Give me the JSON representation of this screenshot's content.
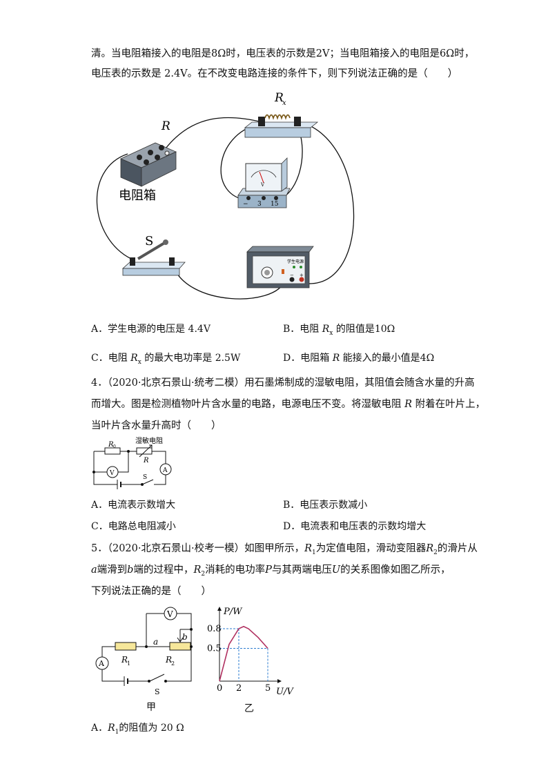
{
  "q3": {
    "stem_line1": "清。当电阻箱接入的电阻是8Ω时，电压表的示数是2V；当电阻箱接入的电阻是6Ω时，",
    "stem_line2": "电压表的示数是 2.4V。在不改变电路连接的条件下，则下列说法正确的是（　　）",
    "fig": {
      "label_R": "R",
      "label_Rx": "R",
      "label_Rx_sub": "x",
      "label_box": "电阻箱",
      "label_S": "S",
      "meter_V": "V",
      "meter_minus": "−",
      "meter_3": "3",
      "meter_15": "15",
      "supply_title": "学生电源",
      "supply_minus": "−",
      "supply_plus": "+"
    },
    "options": {
      "A": "A．学生电源的电压是 4.4V",
      "B_pre": "B．电阻 ",
      "B_var": "R",
      "B_sub": "x",
      "B_post": " 的阻值是10Ω",
      "C_pre": "C．电阻 ",
      "C_var": "R",
      "C_sub": "x",
      "C_post": " 的最大电功率是 2.5W",
      "D_pre": "D．电阻箱 ",
      "D_var": "R",
      "D_post": " 能接入的最小值是4Ω"
    }
  },
  "q4": {
    "stem_line1": "4．（2020·北京石景山·统考二模）用石墨烯制成的湿敏电阻，其阻值会随含水量的升高",
    "stem_line2_pre": "而增大。图是检测植物叶片含水量的电路，电源电压不变。将湿敏电阻 ",
    "stem_line2_var": "R",
    "stem_line2_post": " 附着在叶片上，",
    "stem_line3": "当叶片含水量升高时（　　）",
    "fig": {
      "R0": "R",
      "R0_sub": "0",
      "humid_label": "湿敏电阻",
      "R": "R",
      "V": "V",
      "A": "A",
      "S": "S"
    },
    "options": {
      "A": "A．电流表示数增大",
      "B": "B．电压表示数减小",
      "C": "C．电路总电阻减小",
      "D": "D．电流表和电压表的示数均增大"
    }
  },
  "q5": {
    "stem_line1_pre": "5．（2020·北京石景山·校考一模）如图甲所示，",
    "stem_line1_R1": "R",
    "stem_line1_R1_sub": "1",
    "stem_line1_mid": "为定值电阻，滑动变阻器",
    "stem_line1_R2": "R",
    "stem_line1_R2_sub": "2",
    "stem_line1_post": "的滑片从",
    "stem_line2_a": "a",
    "stem_line2_mid1": "端滑到",
    "stem_line2_b": "b",
    "stem_line2_mid2": "端的过程中，",
    "stem_line2_R2": "R",
    "stem_line2_R2_sub": "2",
    "stem_line2_mid3": "消耗的电功率",
    "stem_line2_P": "P",
    "stem_line2_mid4": "与其两端电压",
    "stem_line2_U": "U",
    "stem_line2_post": "的关系图像如图乙所示，",
    "stem_line3": "下列说法正确的是（　　）",
    "fig_jia": {
      "V": "V",
      "A": "A",
      "a": "a",
      "b": "b",
      "R1": "R",
      "R1_sub": "1",
      "R2": "R",
      "R2_sub": "2",
      "S": "S",
      "caption": "甲"
    },
    "fig_yi_caption": "乙",
    "optionA_pre": "A．",
    "optionA_var": "R",
    "optionA_sub": "1",
    "optionA_post": "的阻值为 20 Ω"
  },
  "chart_data": {
    "type": "line",
    "title": "",
    "xlabel": "U/V",
    "ylabel": "P/W",
    "x_ticks": [
      "0",
      "2",
      "5"
    ],
    "y_ticks": [
      "0.5",
      "0.8"
    ],
    "series": [
      {
        "x": [
          0,
          1,
          2,
          2.5,
          3,
          4,
          5
        ],
        "y": [
          0,
          0.5625,
          0.8,
          0.8333,
          0.8,
          0.6667,
          0.5
        ]
      }
    ],
    "dashed_guides": [
      [
        2,
        0.8
      ],
      [
        5,
        0.5
      ]
    ],
    "line_color": "#b03060",
    "guide_color": "#2a7bd0"
  }
}
